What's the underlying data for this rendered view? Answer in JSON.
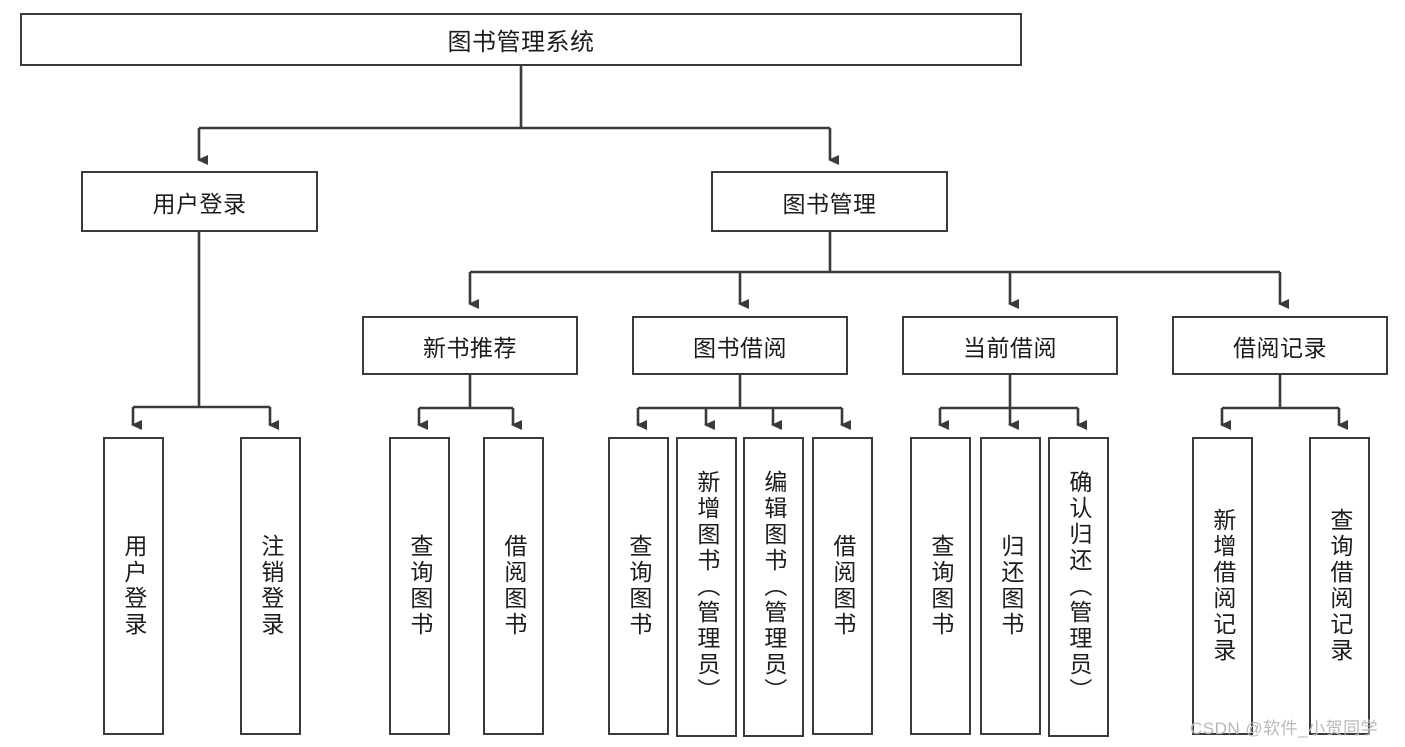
{
  "diagram": {
    "type": "tree",
    "title_node": {
      "label": "图书管理系统"
    },
    "level2": [
      {
        "label": "用户登录"
      },
      {
        "label": "图书管理"
      }
    ],
    "level3": [
      {
        "label": "新书推荐"
      },
      {
        "label": "图书借阅"
      },
      {
        "label": "当前借阅"
      },
      {
        "label": "借阅记录"
      }
    ],
    "leaves": {
      "user_login": [
        {
          "label": "用户登录"
        },
        {
          "label": "注销登录"
        }
      ],
      "new_book_recommend": [
        {
          "label": "查询图书"
        },
        {
          "label": "借阅图书"
        }
      ],
      "book_borrow": [
        {
          "label": "查询图书"
        },
        {
          "label": "新增图书（管理员）"
        },
        {
          "label": "编辑图书（管理员）"
        },
        {
          "label": "借阅图书"
        }
      ],
      "current_borrow": [
        {
          "label": "查询图书"
        },
        {
          "label": "归还图书"
        },
        {
          "label": "确认归还（管理员）"
        }
      ],
      "borrow_record": [
        {
          "label": "新增借阅记录"
        },
        {
          "label": "查询借阅记录"
        }
      ]
    }
  },
  "watermark": {
    "text": "CSDN @软件_小贺同学"
  },
  "colors": {
    "border": "#3a3a3a",
    "text": "#1c1c1c",
    "background": "#ffffff",
    "watermark": "#b9b9b9"
  }
}
